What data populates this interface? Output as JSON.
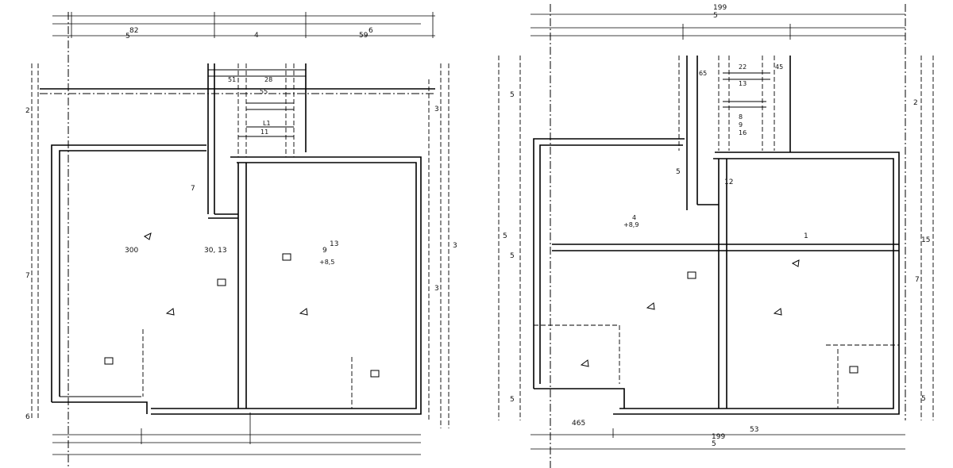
{
  "plan_left": {
    "top_dims": [
      "82",
      "5",
      "4",
      "59",
      "6"
    ],
    "left_dims": [
      "2",
      "7",
      "6"
    ],
    "right_dims": [
      "3",
      "3",
      "3"
    ],
    "stair_labels": [
      "51",
      "28",
      "55",
      "L1",
      "11"
    ],
    "room_labels": [
      {
        "t": "300"
      },
      {
        "t": "30, 13"
      },
      {
        "t": "9"
      },
      {
        "t": "+8,5"
      },
      {
        "t": "13"
      },
      {
        "t": "7"
      }
    ]
  },
  "plan_right": {
    "top_dims": [
      "199",
      "5"
    ],
    "bottom_dims": [
      "465",
      "53",
      "199",
      "5"
    ],
    "left_dims": [
      "5",
      "5",
      "5",
      "5"
    ],
    "right_dims": [
      "2",
      "15",
      "7",
      "5"
    ],
    "stair_labels": [
      "65",
      "22",
      "45",
      "13",
      "8",
      "9",
      "16"
    ],
    "room_labels": [
      {
        "t": "+8,9"
      },
      {
        "t": "4"
      },
      {
        "t": "5"
      },
      {
        "t": "1"
      },
      {
        "t": "12"
      }
    ]
  }
}
